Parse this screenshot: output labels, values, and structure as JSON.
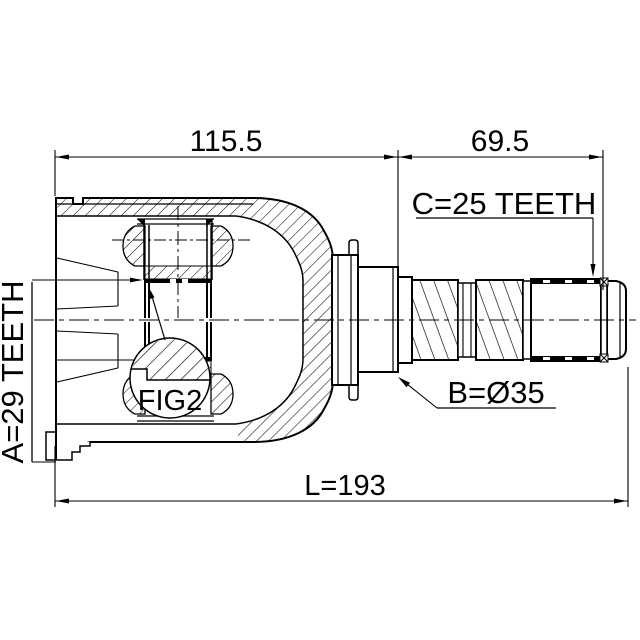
{
  "figure": {
    "dimensions": {
      "housing_width": "115.5",
      "shaft_width": "69.5",
      "overall_length": "L=193"
    },
    "labels": {
      "outer_spline": "C=25 TEETH",
      "inner_spline": "A=29 TEETH",
      "shaft_diameter": "B=Ø35",
      "figure_ref": "FIG2"
    },
    "colors": {
      "ink": "#000000",
      "paper": "#ffffff"
    }
  }
}
